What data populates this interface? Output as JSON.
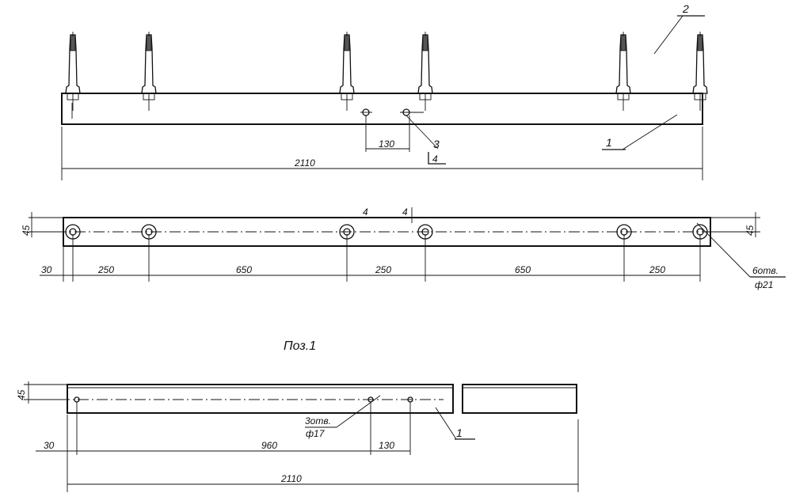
{
  "top_view": {
    "dim_total": "2110",
    "dim_holes": "130",
    "callout_part1": "1",
    "callout_part2": "2",
    "callout_part3": "3",
    "callout_part3_sub": "4"
  },
  "plan_view": {
    "dim_height": "45",
    "dim_height_right": "45",
    "dims": [
      "30",
      "250",
      "650",
      "250",
      "650",
      "250"
    ],
    "section_mark_a": "4",
    "section_mark_b": "4",
    "holes_note": "6отв.",
    "holes_diameter": "ф21"
  },
  "part_label": "Поз.1",
  "part_view": {
    "dim_height": "45",
    "dims": [
      "30",
      "960",
      "130"
    ],
    "dim_total": "2110",
    "holes_note": "3отв.",
    "holes_diameter": "ф17",
    "callout_part1": "1"
  }
}
